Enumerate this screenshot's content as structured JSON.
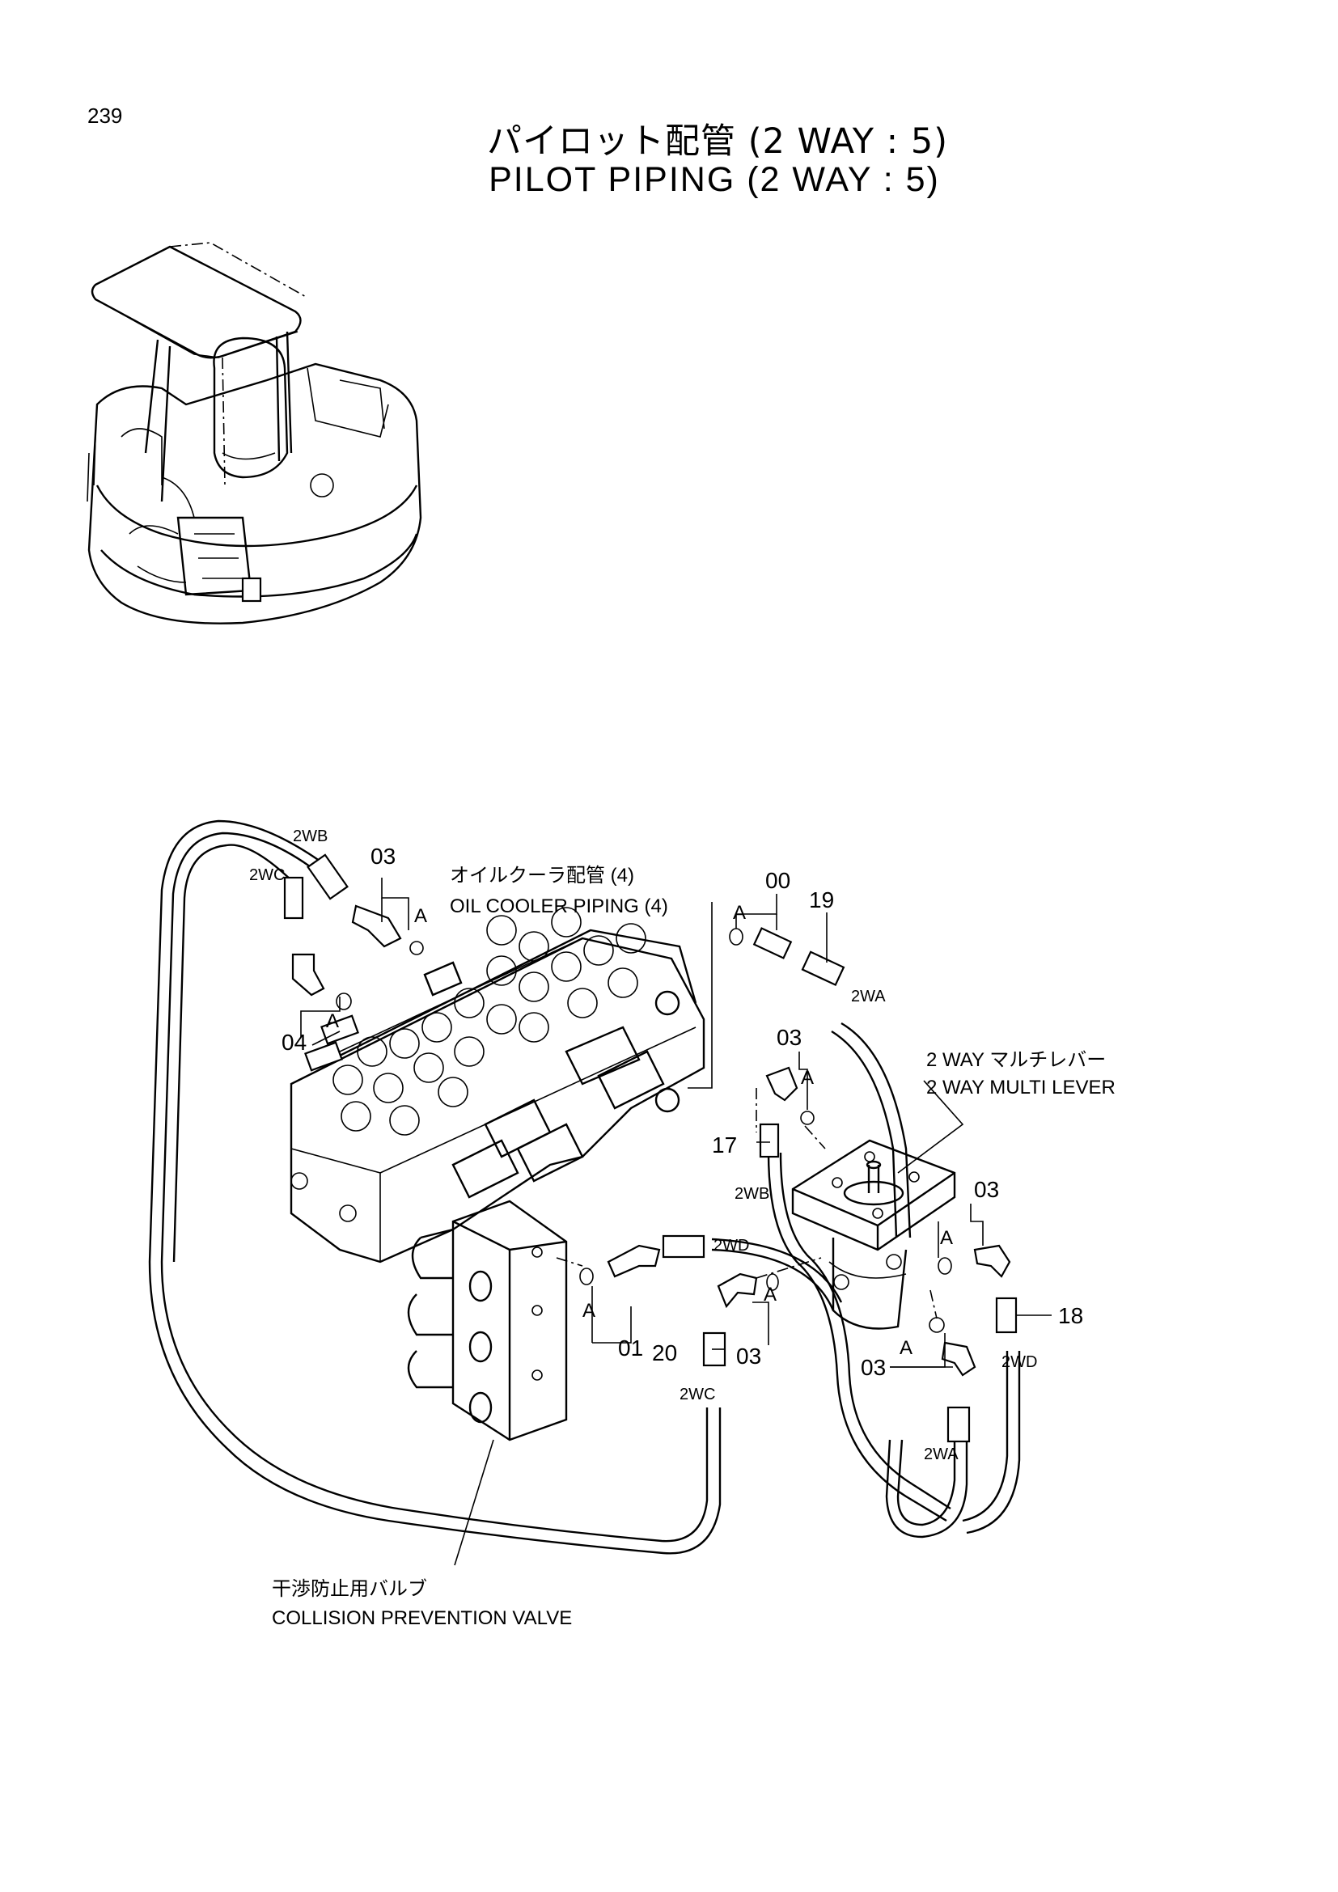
{
  "page": {
    "number": "239",
    "title_jp": "パイロット配管 (2 WAY : 5)",
    "title_en": "PILOT PIPING (2 WAY : 5)"
  },
  "labels": {
    "hose_2wb_top": "2WB",
    "hose_2wc_top": "2WC",
    "part_03_a": "03",
    "a_1": "A",
    "oil_cooler_jp": "オイルクーラ配管 (4)",
    "oil_cooler_en": "OIL COOLER PIPING (4)",
    "part_00": "00",
    "a_2": "A",
    "part_19": "19",
    "hose_2wa_top": "2WA",
    "a_3": "A",
    "part_04": "04",
    "part_03_b": "03",
    "a_4": "A",
    "multi_lever_jp": "2 WAY マルチレバー",
    "multi_lever_en": "2 WAY MULTI LEVER",
    "part_17": "17",
    "hose_2wb_mid": "2WB",
    "part_03_c": "03",
    "a_5": "A",
    "hose_2wd_mid": "2WD",
    "a_6": "A",
    "a_7": "A",
    "part_01": "01",
    "part_20": "20",
    "part_03_d": "03",
    "hose_2wc_bot": "2WC",
    "part_18": "18",
    "hose_2wd_right": "2WD",
    "a_8": "A",
    "part_03_e": "03",
    "hose_2wa_bot": "2WA",
    "collision_jp": "干渉防止用バルブ",
    "collision_en": "COLLISION PREVENTION VALVE"
  },
  "icons": {
    "excavator_overview": "machine-overview-illustration",
    "control_valve": "control-valve-block",
    "collision_valve": "collision-prevention-valve-block",
    "multi_lever": "multi-lever-unit"
  }
}
